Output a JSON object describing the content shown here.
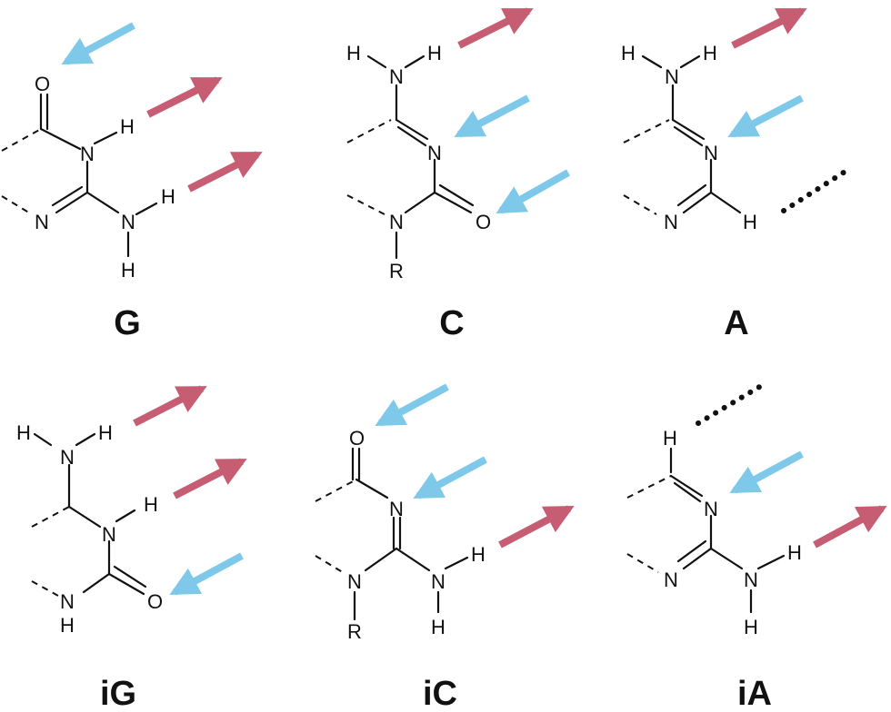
{
  "colors": {
    "donor": "#c65d73",
    "acceptor": "#7ec8ea",
    "ink": "#111111"
  },
  "legend_note": "",
  "bases": [
    {
      "id": "G",
      "label": "G",
      "atoms": {
        "o": "O",
        "h1": "H",
        "n1": "N",
        "n2": "N",
        "n3": "N",
        "h2": "H",
        "h3": "H"
      },
      "arrows": [
        "acceptor",
        "donor",
        "donor"
      ]
    },
    {
      "id": "C",
      "label": "C",
      "atoms": {
        "h1": "H",
        "n1": "N",
        "h2": "H",
        "n2": "N",
        "n3": "N",
        "o": "O",
        "r": "R"
      },
      "arrows": [
        "donor",
        "acceptor",
        "acceptor"
      ]
    },
    {
      "id": "A",
      "label": "A",
      "atoms": {
        "h1": "H",
        "n1": "N",
        "h2": "H",
        "n2": "N",
        "n3": "N",
        "h3": "H"
      },
      "arrows": [
        "donor",
        "acceptor"
      ],
      "contact": "dotted"
    },
    {
      "id": "iG",
      "label": "iG",
      "atoms": {
        "h1": "H",
        "n1": "N",
        "h2": "H",
        "h3": "H",
        "n2": "N",
        "n3": "N",
        "h4": "H",
        "o": "O"
      },
      "arrows": [
        "donor",
        "donor",
        "acceptor"
      ]
    },
    {
      "id": "iC",
      "label": "iC",
      "atoms": {
        "o": "O",
        "n1": "N",
        "n2": "N",
        "n3": "N",
        "h1": "H",
        "h2": "H",
        "r": "R"
      },
      "arrows": [
        "acceptor",
        "acceptor",
        "donor"
      ]
    },
    {
      "id": "iA",
      "label": "iA",
      "atoms": {
        "h1": "H",
        "n1": "N",
        "n2": "N",
        "n3": "N",
        "h2": "H",
        "h3": "H"
      },
      "arrows": [
        "acceptor",
        "donor"
      ],
      "contact": "dotted"
    }
  ]
}
